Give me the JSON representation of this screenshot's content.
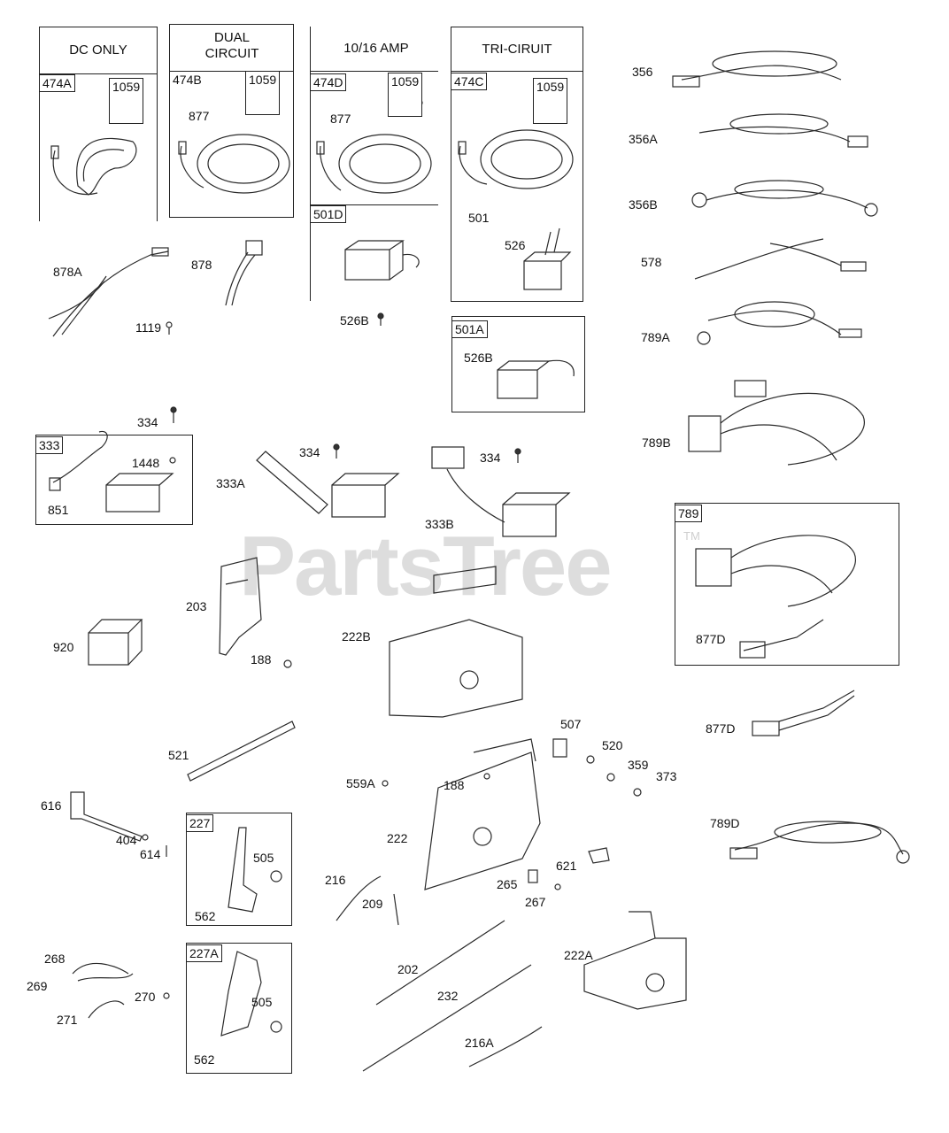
{
  "watermark": {
    "brand": "PartsTree",
    "tm": "TM"
  },
  "headers": {
    "dc_only": "DC ONLY",
    "dual_circuit": "DUAL CIRCUIT",
    "amp": "10/16 AMP",
    "tri": "TRI-CIRUIT"
  },
  "boxes": {
    "b474A": "474A",
    "b1059a": "1059",
    "b474B": "474B",
    "b1059b": "1059",
    "b474D": "474D",
    "b1059c": "1059",
    "b474C": "474C",
    "b1059d": "1059",
    "b501D": "501D",
    "b501A": "501A",
    "b333": "333",
    "b789": "789",
    "b227": "227",
    "b227A": "227A"
  },
  "labels": {
    "l877a": "877",
    "l877b": "877",
    "l501": "501",
    "l526": "526",
    "l526B_a": "526B",
    "l526B_b": "526B",
    "l878A": "878A",
    "l878": "878",
    "l1119": "1119",
    "l356": "356",
    "l356A": "356A",
    "l356B": "356B",
    "l578": "578",
    "l789A": "789A",
    "l789B": "789B",
    "l877D_a": "877D",
    "l877D_b": "877D",
    "l789D": "789D",
    "l334a": "334",
    "l334b": "334",
    "l334c": "334",
    "l1448": "1448",
    "l851": "851",
    "l333A": "333A",
    "l333B": "333B",
    "l203": "203",
    "l188a": "188",
    "l222B": "222B",
    "l920": "920",
    "l521": "521",
    "l559A": "559A",
    "l188b": "188",
    "l507": "507",
    "l520": "520",
    "l359": "359",
    "l373": "373",
    "l616": "616",
    "l404": "404",
    "l614": "614",
    "l505a": "505",
    "l562a": "562",
    "l222": "222",
    "l216": "216",
    "l209": "209",
    "l265": "265",
    "l621": "621",
    "l267": "267",
    "l268": "268",
    "l269": "269",
    "l270": "270",
    "l271": "271",
    "l505b": "505",
    "l562b": "562",
    "l202": "202",
    "l232": "232",
    "l222A": "222A",
    "l216A": "216A"
  }
}
